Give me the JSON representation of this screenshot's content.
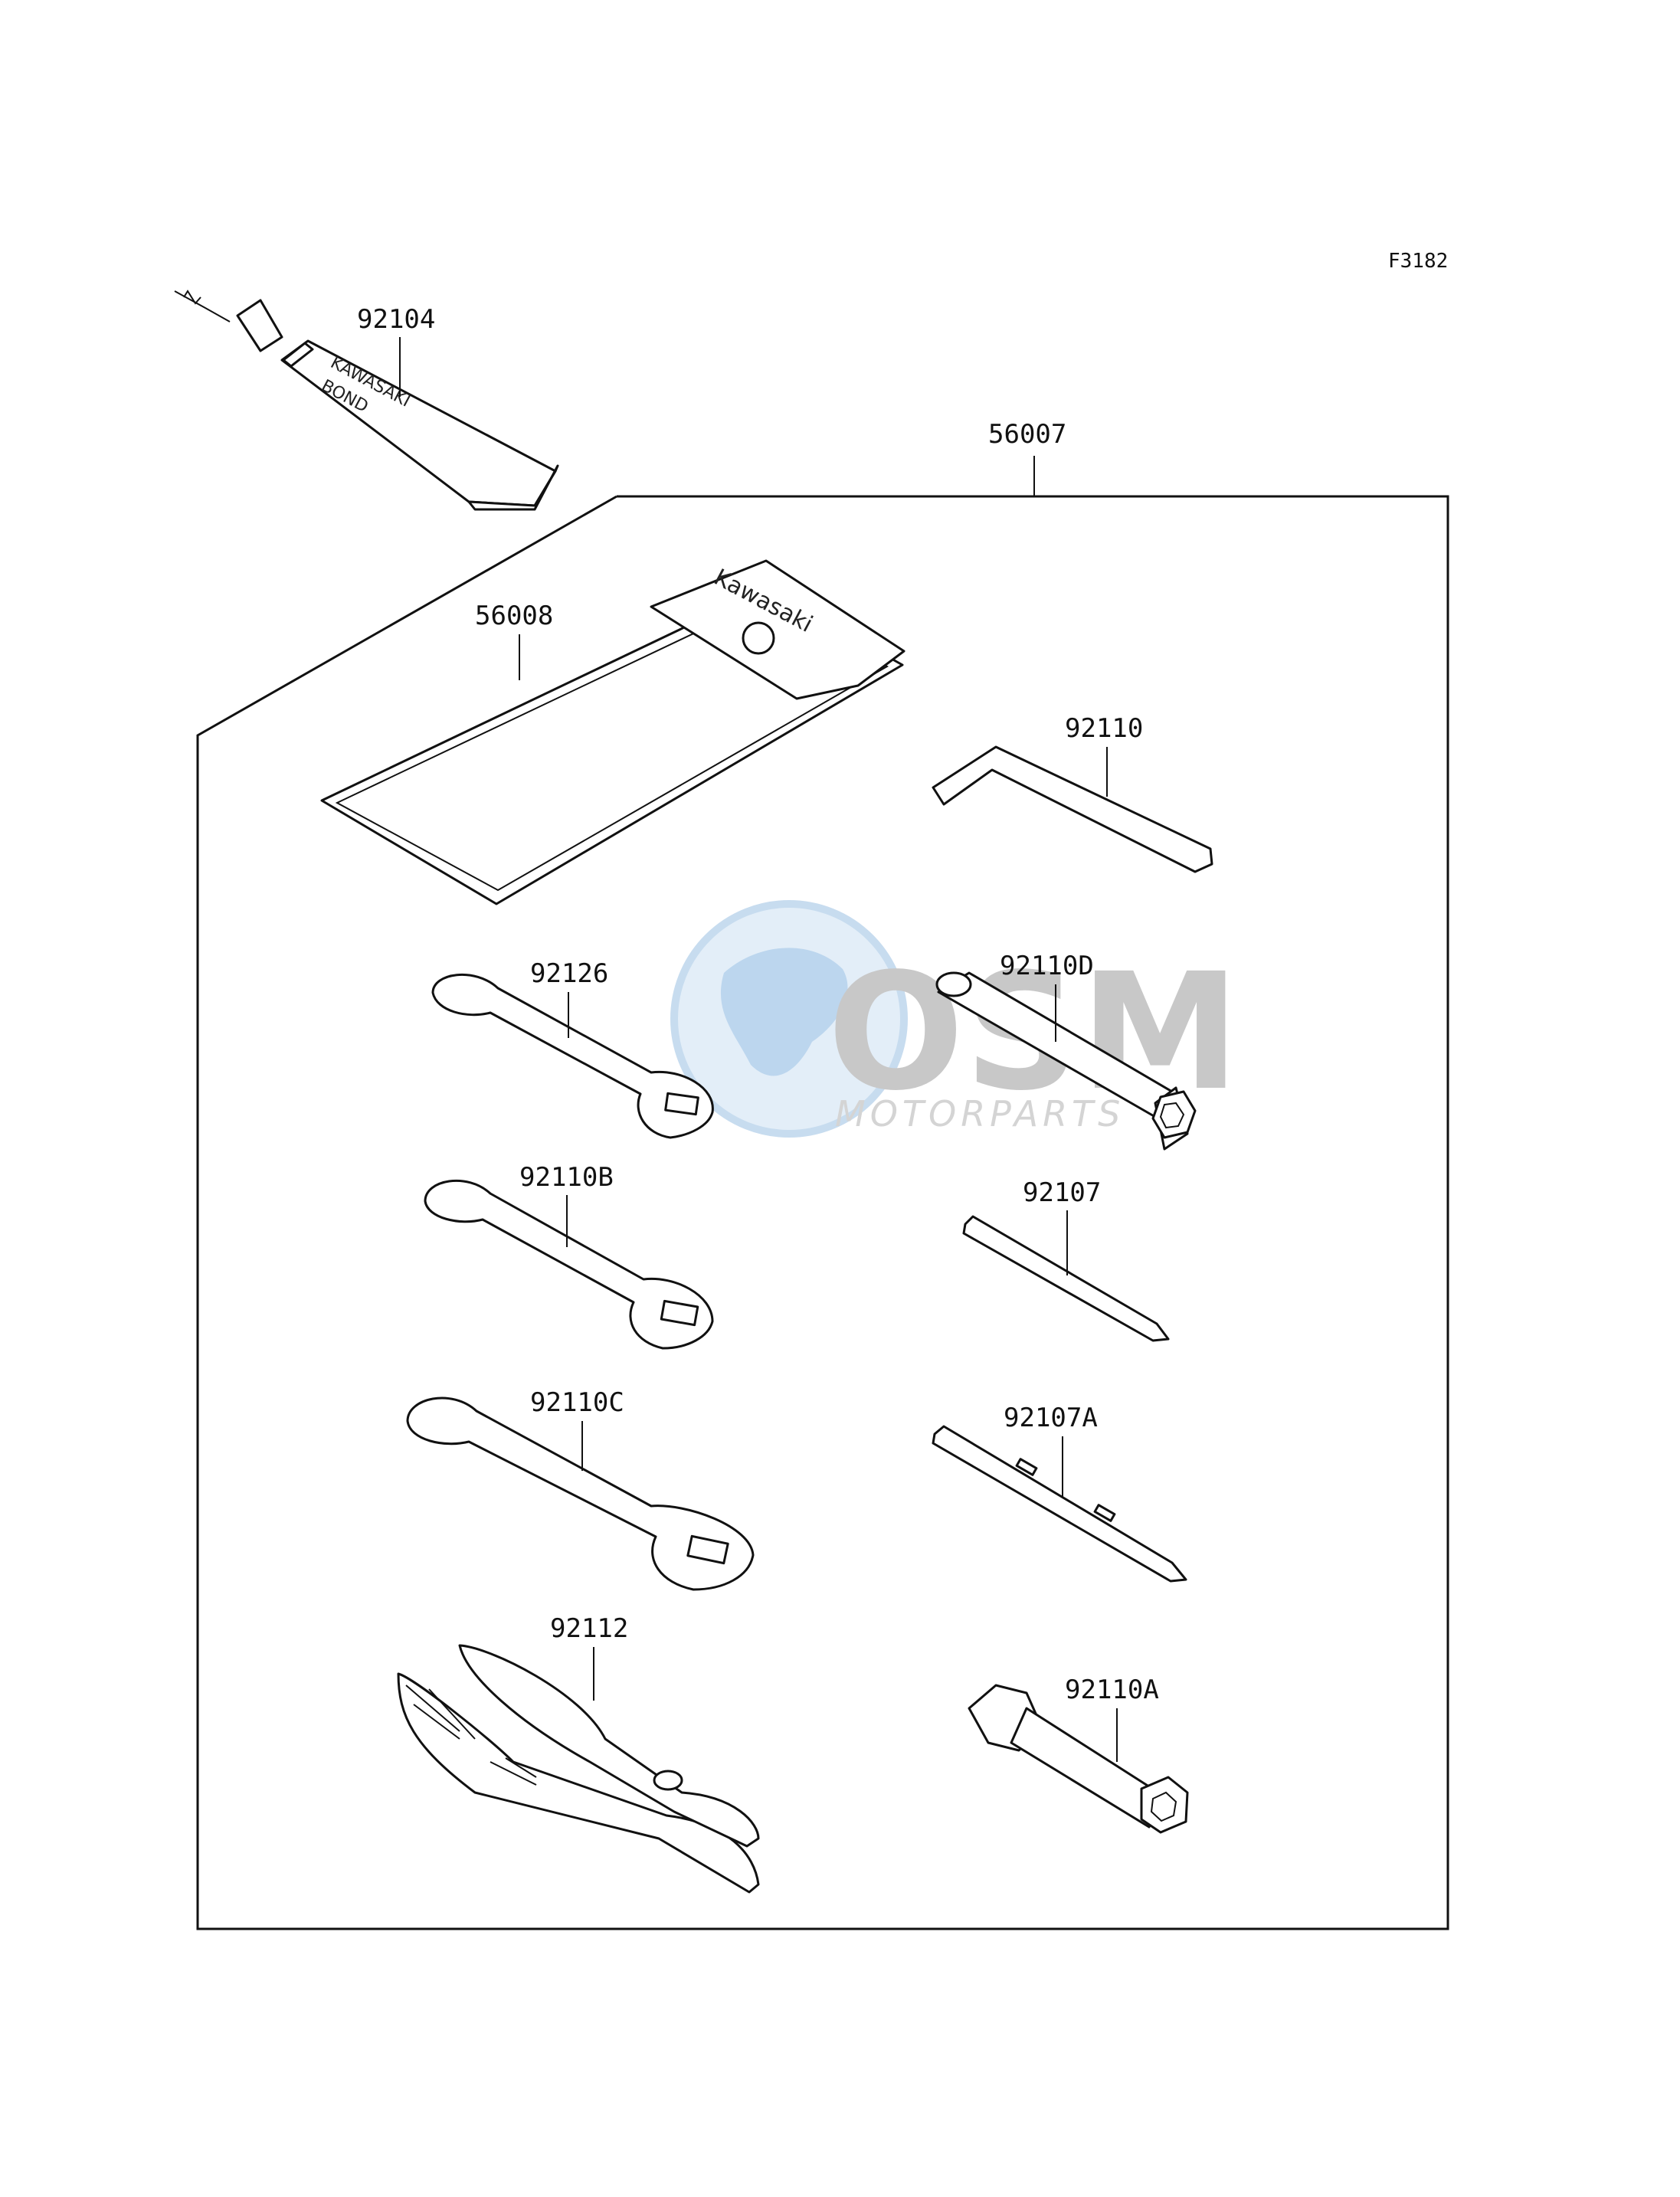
{
  "figure_code": "F3182",
  "watermark": {
    "main": "OSM",
    "sub": "MOTORPARTS"
  },
  "kit_label": "56007",
  "tube_print": {
    "line1": "KAWASAKI",
    "line2": "BOND"
  },
  "pouch_print": "Kawasaki",
  "parts": [
    {
      "id": "92104"
    },
    {
      "id": "56008"
    },
    {
      "id": "92110"
    },
    {
      "id": "92126"
    },
    {
      "id": "92110D"
    },
    {
      "id": "92110B"
    },
    {
      "id": "92107"
    },
    {
      "id": "92110C"
    },
    {
      "id": "92107A"
    },
    {
      "id": "92112"
    },
    {
      "id": "92110A"
    }
  ]
}
